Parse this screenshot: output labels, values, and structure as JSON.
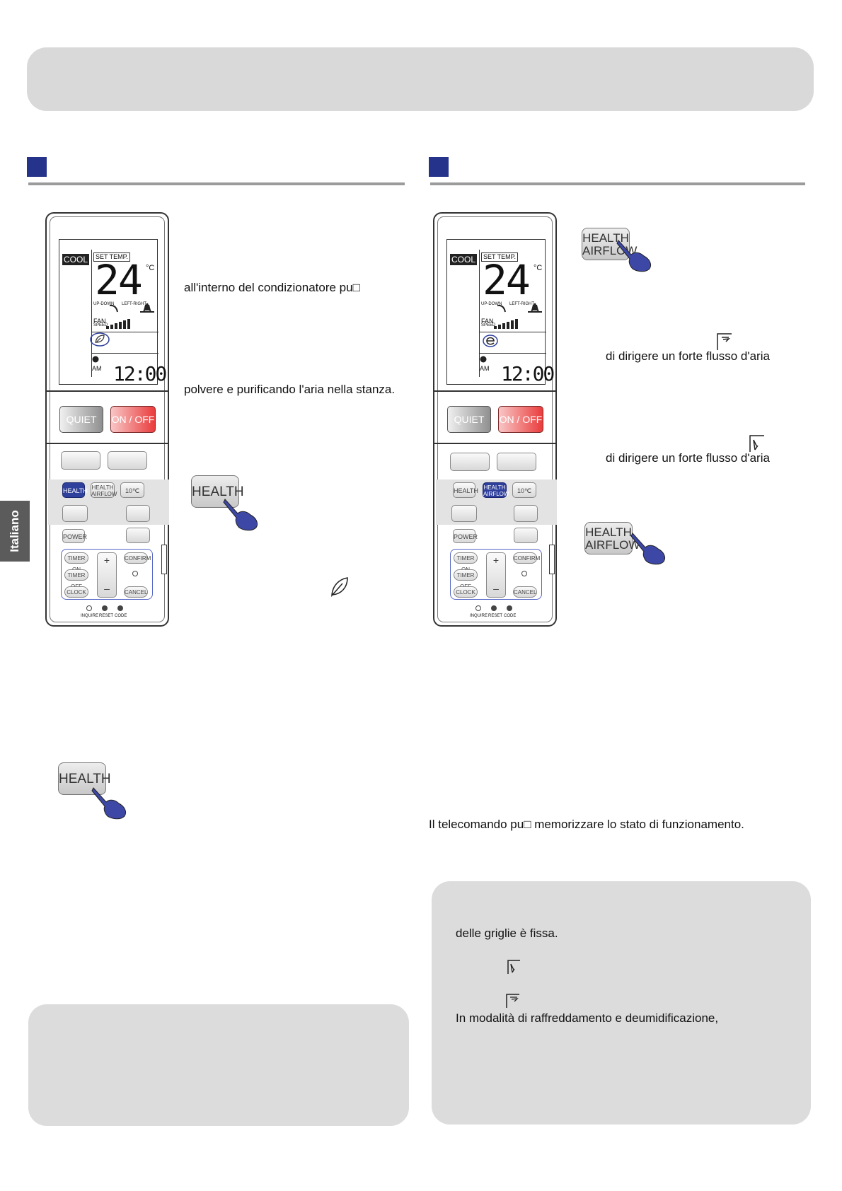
{
  "side_tab": "Italiano",
  "left": {
    "text1": "all'interno del condizionatore pu□",
    "text2": "polvere e purificando l'aria nella stanza.",
    "health_button": "HEALTH",
    "health_button_2": "HEALTH"
  },
  "right": {
    "health_airflow_button": "HEALTH\nAIRFLOW",
    "text1": "di dirigere un forte flusso d'aria",
    "text2": "di dirigere un forte flusso d'aria",
    "health_airflow_button_2": "HEALTH\nAIRFLOW",
    "memory_text": "Il telecomando pu□ memorizzare lo stato di funzionamento.",
    "note_line1": "delle griglie è fissa.",
    "note_line2": "In modalità di raffreddamento e deumidificazione,"
  },
  "remote": {
    "mode": "COOL",
    "set_temp_label": "SET TEMP.",
    "temperature": "24",
    "deg_unit": "°C",
    "updown": "UP-DOWN",
    "leftright": "LEFT-RIGHT",
    "fan": "FAN",
    "speed": "SPEED",
    "am": "AM",
    "time": "12:00",
    "quiet": "QUIET",
    "onoff": "ON / OFF",
    "health": "HEALTH",
    "health_airflow": "HEALTH AIRFLOW",
    "ten_c": "10℃",
    "power": "POWER",
    "timer_on": "TIMER ON",
    "timer_off": "TIMER OFF",
    "clock": "CLOCK",
    "confirm": "CONFIRM",
    "cancel": "CANCEL",
    "plus": "+",
    "minus": "–",
    "inquire": "INQUIRE",
    "reset": "RESET",
    "code": "CODE"
  }
}
